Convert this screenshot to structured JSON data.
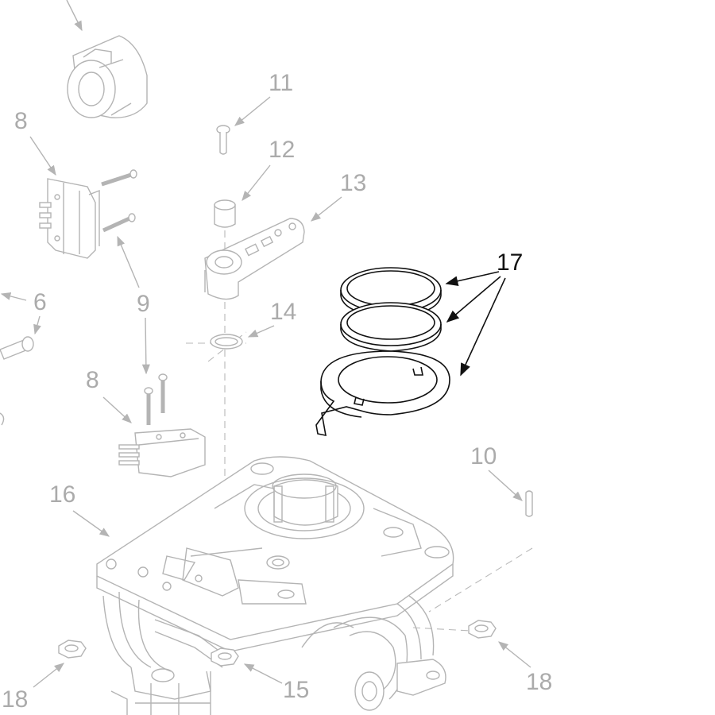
{
  "diagram": {
    "callouts": {
      "c6": "6",
      "c8a": "8",
      "c8b": "8",
      "c9": "9",
      "c10": "10",
      "c11": "11",
      "c12": "12",
      "c13": "13",
      "c14": "14",
      "c15": "15",
      "c16": "16",
      "c17": "17",
      "c18a": "18",
      "c18b": "18"
    },
    "colors": {
      "highlight": "#111111",
      "faded": "#b4b4b4"
    }
  }
}
